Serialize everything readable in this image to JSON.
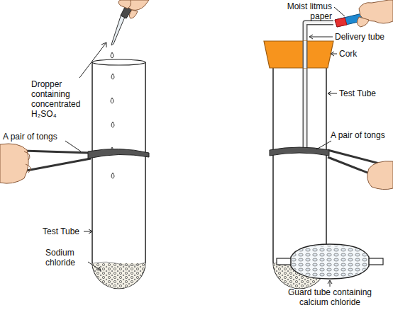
{
  "diagram": {
    "labels": [
      "Dropper containing concentrated H₂SO₄",
      "Moist litmus paper",
      "Delivery tube",
      "Cork",
      "Test Tube",
      "A pair of tongs",
      "Test Tube",
      "Sodium chloride",
      "A pair of tongs",
      "Guard tube containing calcium chloride"
    ]
  }
}
